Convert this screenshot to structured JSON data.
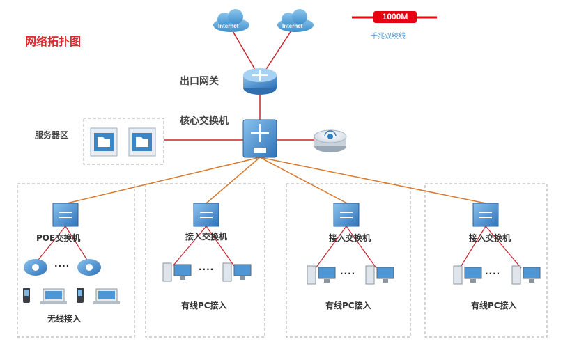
{
  "diagram": {
    "title": "网络拓扑图",
    "legend": {
      "bandwidth_label": "1000M",
      "caption": "千兆双绞线",
      "line_color": "#e60012"
    },
    "internet": [
      {
        "label": "Internet"
      },
      {
        "label": "Internet"
      }
    ],
    "gateway": {
      "label": "出口网关"
    },
    "core_switch": {
      "label": "核心交换机"
    },
    "server_zone": {
      "label": "服务器区"
    },
    "branches": [
      {
        "switch_label": "POE交换机",
        "access_label": "无线接入",
        "dots": "····"
      },
      {
        "switch_label": "接入交换机",
        "access_label": "有线PC接入",
        "dots": "····"
      },
      {
        "switch_label": "接入交换机",
        "access_label": "有线PC接入",
        "dots": "····"
      },
      {
        "switch_label": "接入交换机",
        "access_label": "有线PC接入",
        "dots": "····"
      }
    ],
    "colors": {
      "title": "#e0262c",
      "link_red": "#c8232c",
      "link_orange": "#d9772b",
      "device_blue": "#2f7fc1",
      "zone_border": "#aaaaaa"
    }
  }
}
